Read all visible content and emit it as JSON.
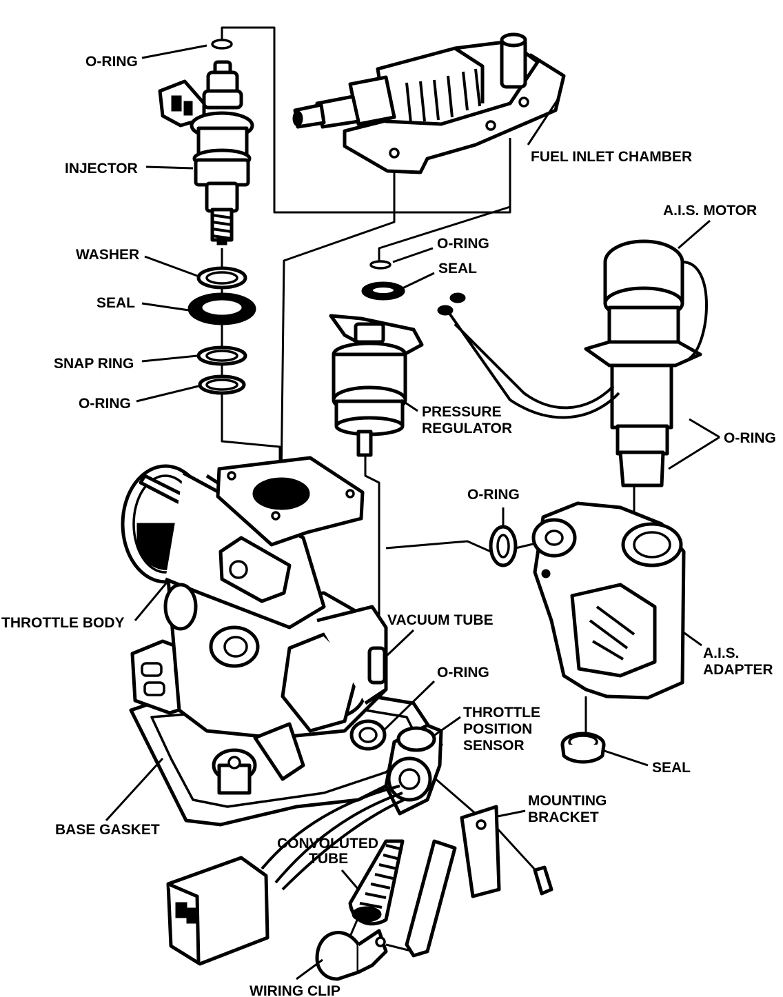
{
  "diagram": {
    "labels": {
      "oring_top": "O-RING",
      "injector": "INJECTOR",
      "washer": "WASHER",
      "seal_left": "SEAL",
      "snap_ring": "SNAP RING",
      "oring_left": "O-RING",
      "fuel_inlet_chamber": "FUEL INLET CHAMBER",
      "ais_motor": "A.I.S. MOTOR",
      "oring_regulator": "O-RING",
      "seal_regulator": "SEAL",
      "pressure_regulator_1": "PRESSURE",
      "pressure_regulator_2": "REGULATOR",
      "oring_ais_motor": "O-RING",
      "oring_center": "O-RING",
      "throttle_body": "THROTTLE BODY",
      "vacuum_tube": "VACUUM TUBE",
      "ais_adapter_1": "A.I.S.",
      "ais_adapter_2": "ADAPTER",
      "oring_tps": "O-RING",
      "tps_1": "THROTTLE",
      "tps_2": "POSITION",
      "tps_3": "SENSOR",
      "seal_adapter": "SEAL",
      "mounting_bracket_1": "MOUNTING",
      "mounting_bracket_2": "BRACKET",
      "base_gasket": "BASE GASKET",
      "convoluted_tube_1": "CONVOLUTED",
      "convoluted_tube_2": "TUBE",
      "wiring_clip": "WIRING CLIP"
    }
  }
}
